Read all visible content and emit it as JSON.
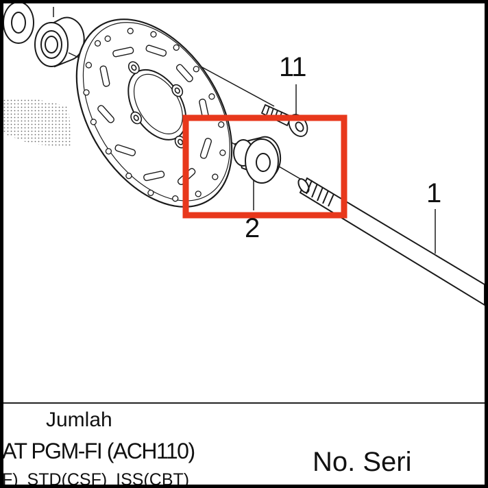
{
  "callouts": {
    "part_11": "11",
    "part_1": "1",
    "part_2": "2"
  },
  "footer": {
    "quantity_label": "Jumlah",
    "model_label": "AT PGM-FI (ACH110)",
    "serial_label": "No. Seri",
    "variants_label": "F)   STD(CSF)     ISS(CBT)"
  },
  "colors": {
    "highlight": "#e8381c",
    "line": "#1a1a1a",
    "background": "#ffffff"
  }
}
